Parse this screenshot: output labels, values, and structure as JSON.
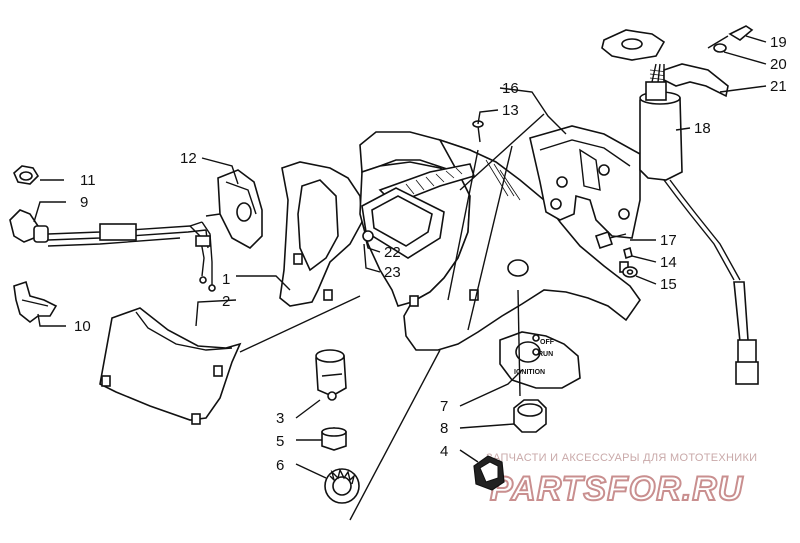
{
  "callouts": [
    {
      "id": "c1",
      "label": "1"
    },
    {
      "id": "c2",
      "label": "2"
    },
    {
      "id": "c3",
      "label": "3"
    },
    {
      "id": "c4",
      "label": "4"
    },
    {
      "id": "c5",
      "label": "5"
    },
    {
      "id": "c6",
      "label": "6"
    },
    {
      "id": "c7",
      "label": "7"
    },
    {
      "id": "c8",
      "label": "8"
    },
    {
      "id": "c9",
      "label": "9"
    },
    {
      "id": "c10",
      "label": "10"
    },
    {
      "id": "c11",
      "label": "11"
    },
    {
      "id": "c12",
      "label": "12"
    },
    {
      "id": "c13",
      "label": "13"
    },
    {
      "id": "c14",
      "label": "14"
    },
    {
      "id": "c15",
      "label": "15"
    },
    {
      "id": "c16",
      "label": "16"
    },
    {
      "id": "c17",
      "label": "17"
    },
    {
      "id": "c18",
      "label": "18"
    },
    {
      "id": "c19",
      "label": "19"
    },
    {
      "id": "c20",
      "label": "20"
    },
    {
      "id": "c21",
      "label": "21"
    },
    {
      "id": "c22",
      "label": "22"
    },
    {
      "id": "c23",
      "label": "23"
    }
  ],
  "ignition_plate": {
    "off": "OFF",
    "run": "RUN",
    "ignition": "IGNITION"
  },
  "watermark": {
    "subtitle": "ЗАПЧАСТИ И АКСЕССУАРЫ ДЛЯ МОТОТЕХНИКИ",
    "brand": "PARTSFOR.RU"
  }
}
